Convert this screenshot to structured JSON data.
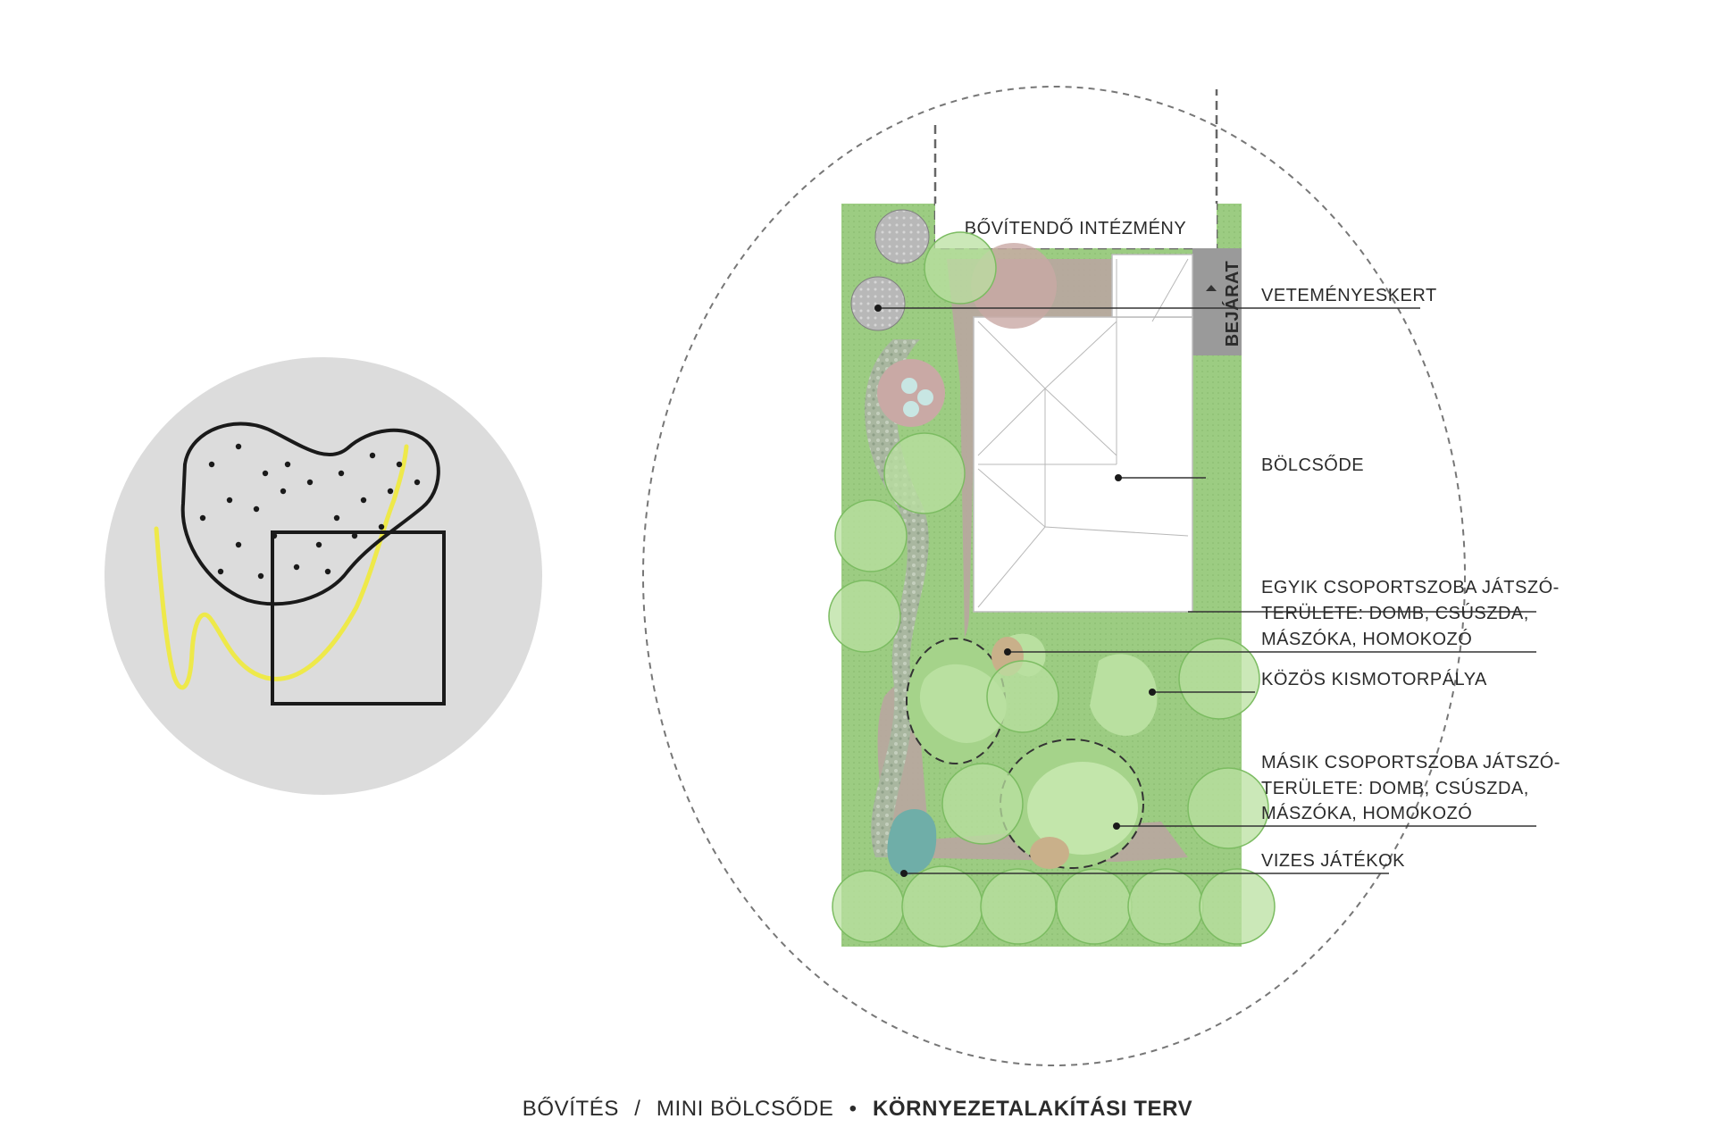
{
  "plan": {
    "building_top_label": "BŐVÍTENDŐ INTÉZMÉNY",
    "entrance_label": "BEJÁRAT",
    "labels": {
      "vegetable": "VETEMÉNYESKERT",
      "nursery": "BÖLCSŐDE",
      "group1_l1": "EGYIK CSOPORTSZOBA JÁTSZÓ-",
      "group1_l2": "TERÜLETE: DOMB, CSÚSZDA,",
      "group1_l3": "MÁSZÓKA, HOMOKOZÓ",
      "bike_track": "KÖZÖS KISMOTORPÁLYA",
      "group2_l1": "MÁSIK CSOPORTSZOBA JÁTSZÓ-",
      "group2_l2": "TERÜLETE: DOMB, CSÚSZDA,",
      "group2_l3": "MÁSZÓKA, HOMOKOZÓ",
      "water": "VIZES JÁTÉKOK"
    }
  },
  "caption": {
    "part1": "BŐVÍTÉS",
    "slash": "/",
    "part2": "MINI BÖLCSŐDE",
    "bullet": "•",
    "part3": "KÖRNYEZETALAKÍTÁSI TERV"
  },
  "colors": {
    "lawn": "#9fcf85",
    "tree": "#b9e0a0",
    "path": "#b5a6a0",
    "highlight": "#f0ea3a"
  }
}
